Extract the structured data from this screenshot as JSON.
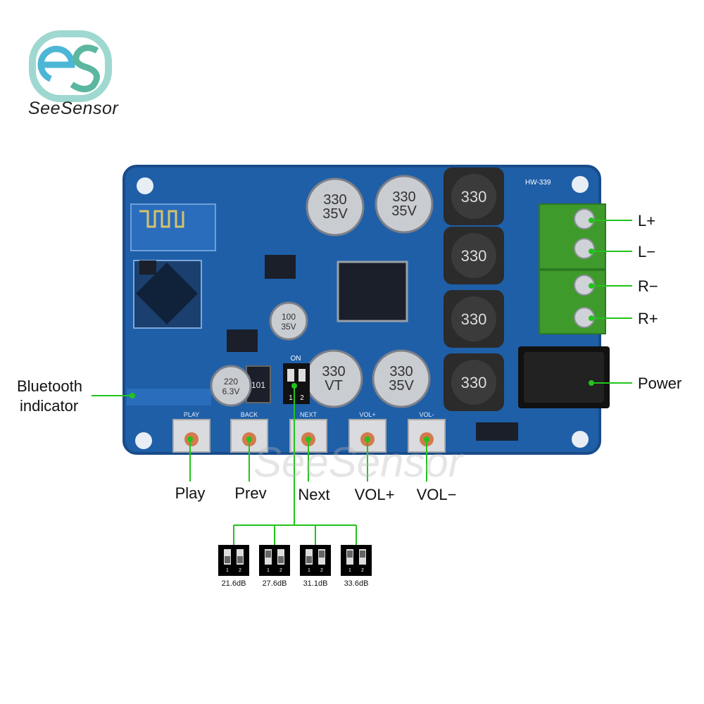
{
  "brand": {
    "name": "SeeSensor",
    "watermark": "SeeSensor"
  },
  "board": {
    "model": "HW-339",
    "capacitor_value": "330",
    "capacitor_rating": "35V",
    "capacitor_series": "VT",
    "small_cap_1": "220",
    "small_cap_1_rating": "6.3V",
    "small_cap_2": "100",
    "small_cap_2_rating": "35V",
    "inductor_value": "330",
    "resistor_code": "101",
    "dip_on": "ON",
    "dip_1": "1",
    "dip_2": "2",
    "button_silk": [
      "PLAY",
      "BACK",
      "NEXT",
      "VOL+",
      "VOL-"
    ]
  },
  "labels": {
    "l_plus": "L+",
    "l_minus": "L−",
    "r_minus": "R−",
    "r_plus": "R+",
    "power": "Power",
    "bluetooth_line1": "Bluetooth",
    "bluetooth_line2": "indicator"
  },
  "buttons": [
    "Play",
    "Prev",
    "Next",
    "VOL+",
    "VOL−"
  ],
  "gain_settings": [
    {
      "label": "21.6dB",
      "sw1": "1",
      "sw2": "2"
    },
    {
      "label": "27.6dB",
      "sw1": "1",
      "sw2": "2"
    },
    {
      "label": "31.1dB",
      "sw1": "1",
      "sw2": "2"
    },
    {
      "label": "33.6dB",
      "sw1": "1",
      "sw2": "2"
    }
  ],
  "colors": {
    "board": "#1f5fa8",
    "callout": "#22c41c",
    "terminal": "#3f9a2c"
  }
}
